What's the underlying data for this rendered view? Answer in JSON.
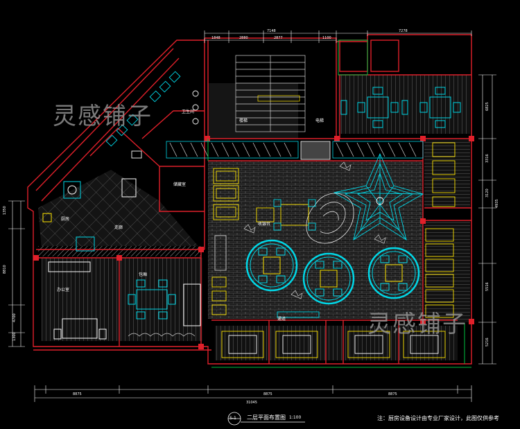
{
  "watermark": {
    "text": "灵感铺子"
  },
  "title": {
    "drawing_title": "二层平面布置图",
    "scale": "1:100",
    "number": "S-1"
  },
  "note": {
    "text": "注：厨房设备设计由专业厂家设计，此图仅供参考"
  },
  "dimensions": {
    "top": [
      "7148",
      "7278",
      "1848",
      "2880",
      "2877",
      "1100"
    ],
    "bottom": [
      "8875",
      "8875",
      "8875",
      "31045"
    ],
    "left": [
      "1350",
      "8810",
      "4700",
      "1300"
    ],
    "right": [
      "6825",
      "3316",
      "3120",
      "5516",
      "4935",
      "5216"
    ]
  },
  "labels": {
    "kitchen": "厨房",
    "passage": "走廊",
    "elevator": "电梯",
    "stairs": "楼梯",
    "wc": "卫生间",
    "office": "办公室",
    "private_room": "包厢",
    "cashier": "收银台",
    "storage": "储藏室",
    "corridor": "通道"
  },
  "colors": {
    "wall": "#e0202a",
    "furniture": "#00d8e8",
    "fixture": "#ffe600",
    "floor": "#8a8a8a",
    "green": "#00c040",
    "white": "#ffffff"
  }
}
